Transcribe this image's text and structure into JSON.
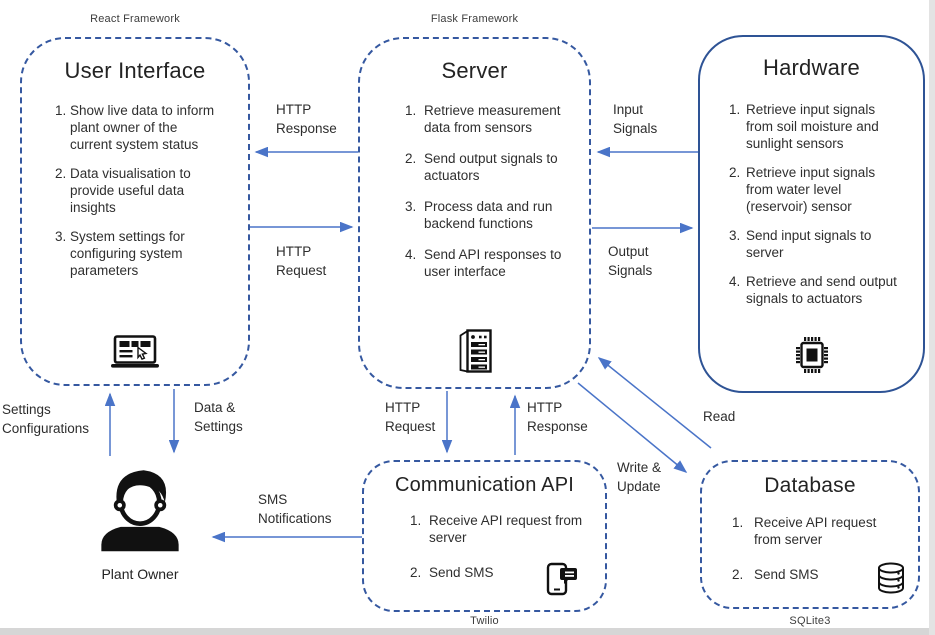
{
  "boxes": {
    "user_interface": {
      "framework_label": "React Framework",
      "title": "User Interface",
      "icon": "laptop-browser-icon",
      "items": [
        "Show live data to inform plant owner of the current system status",
        "Data visualisation to provide useful data insights",
        "System settings for configuring system parameters"
      ]
    },
    "server": {
      "framework_label": "Flask Framework",
      "title": "Server",
      "icon": "server-rack-icon",
      "items": [
        "Retrieve measurement data from sensors",
        "Send output signals to actuators",
        "Process data and run backend functions",
        "Send API responses to user interface"
      ]
    },
    "hardware": {
      "title": "Hardware",
      "icon": "microchip-icon",
      "items": [
        "Retrieve input signals from soil moisture and sunlight sensors",
        "Retrieve input signals from water level (reservoir) sensor",
        "Send input signals to server",
        "Retrieve and send output signals to actuators"
      ]
    },
    "communication_api": {
      "title": "Communication API",
      "icon": "phone-sms-icon",
      "vendor_label": "Twilio",
      "items": [
        "Receive API request from server",
        "Send SMS"
      ]
    },
    "database": {
      "title": "Database",
      "icon": "database-cylinder-icon",
      "vendor_label": "SQLite3",
      "items": [
        "Receive API request from server",
        "Send SMS"
      ]
    }
  },
  "actor": {
    "label": "Plant Owner",
    "icon": "person-icon"
  },
  "edges": [
    {
      "id": "http-response-to-ui",
      "label": "HTTP\nResponse",
      "from": "server",
      "to": "user_interface"
    },
    {
      "id": "http-request-to-server",
      "label": "HTTP\nRequest",
      "from": "user_interface",
      "to": "server"
    },
    {
      "id": "input-signals",
      "label": "Input\nSignals",
      "from": "hardware",
      "to": "server"
    },
    {
      "id": "output-signals",
      "label": "Output\nSignals",
      "from": "server",
      "to": "hardware"
    },
    {
      "id": "settings-configurations",
      "label": "Settings\nConfigurations",
      "from": "plant_owner",
      "to": "user_interface"
    },
    {
      "id": "data-and-settings",
      "label": "Data &\nSettings",
      "from": "user_interface",
      "to": "plant_owner"
    },
    {
      "id": "sms-notifications",
      "label": "SMS\nNotifications",
      "from": "communication_api",
      "to": "plant_owner"
    },
    {
      "id": "http-request-to-comm",
      "label": "HTTP\nRequest",
      "from": "server",
      "to": "communication_api"
    },
    {
      "id": "http-response-to-server",
      "label": "HTTP\nResponse",
      "from": "communication_api",
      "to": "server"
    },
    {
      "id": "read",
      "label": "Read",
      "from": "database",
      "to": "server"
    },
    {
      "id": "write-update",
      "label": "Write &\nUpdate",
      "from": "server",
      "to": "database"
    }
  ],
  "colors": {
    "box_border": "#3558a0",
    "hardware_border": "#2e5395",
    "arrow": "#4a74c8",
    "text": "#2f2f2f",
    "icon": "#111111"
  }
}
